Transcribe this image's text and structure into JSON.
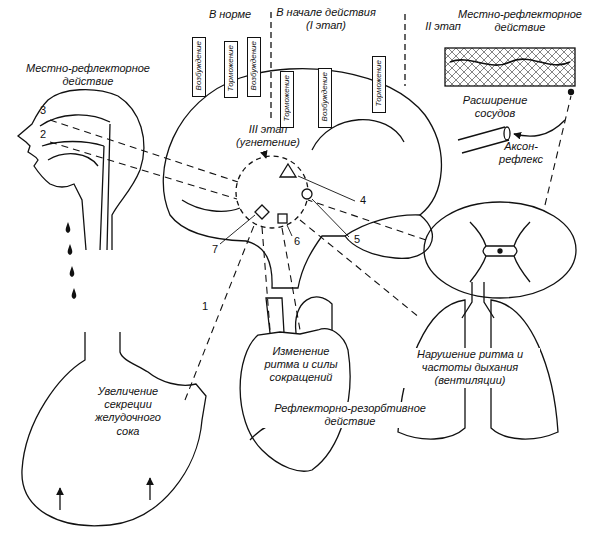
{
  "diagram": {
    "nodes": [
      {
        "text": [
          "Возбуждение"
        ]
      },
      {
        "text": [
          "Торможение"
        ]
      },
      {
        "text": [
          "Возбуждение"
        ]
      },
      {
        "text": [
          "Торможение"
        ]
      },
      {
        "text": [
          "Возбуждение"
        ]
      },
      {
        "text": [
          "Торможение"
        ]
      }
    ],
    "labels": [
      "Местно-рефлекторное действие",
      "В норме",
      "В начале действия (I этап)",
      "II этап",
      "Местно-рефлекторное действие",
      "III этап (угнетение)",
      "Расширение сосудов",
      "Аксон-рефлекс",
      "3",
      "2",
      "4",
      "5",
      "6",
      "7",
      "1",
      "Увеличение секреции желудочного сока",
      "Изменение ритма и силы сокращений",
      "Нарушение ритма и частоты дыхания (вентиляции)",
      "Рефлекторно-резорбтивное действие"
    ]
  }
}
